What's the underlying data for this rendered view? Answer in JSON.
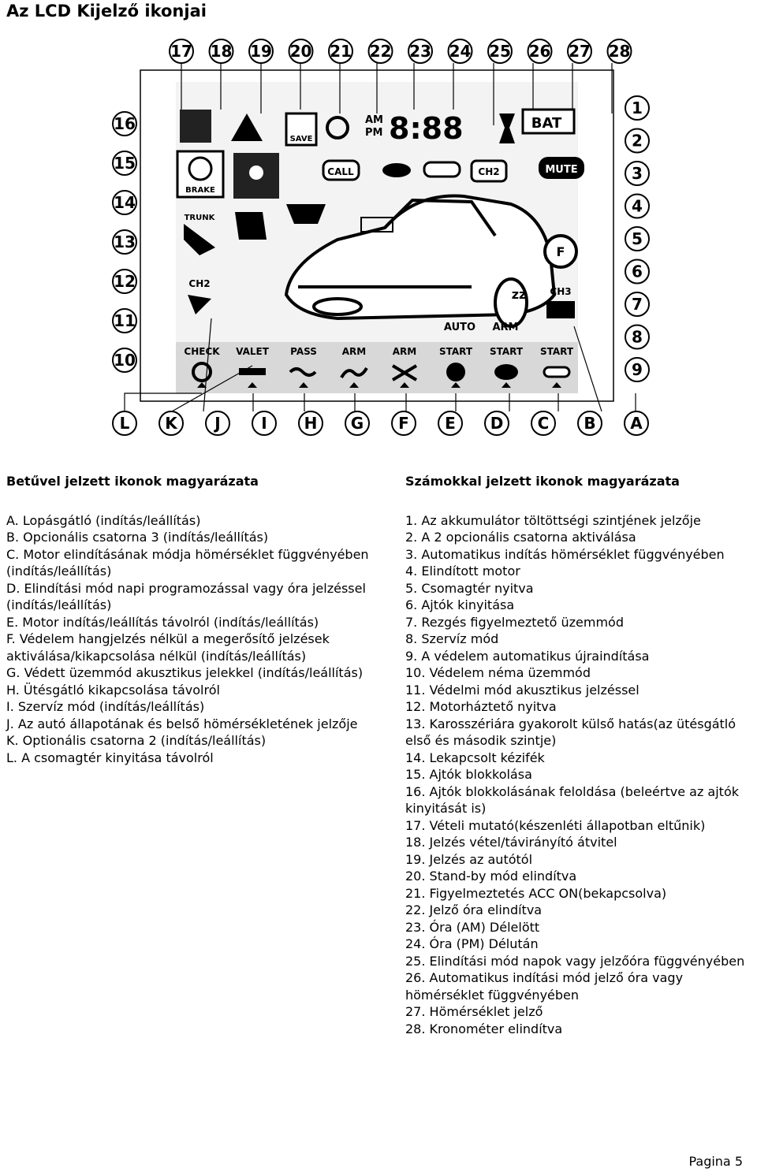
{
  "page": {
    "title": "Az LCD Kijelző ikonjai",
    "footer": "Pagina 5"
  },
  "diagram": {
    "top_labels": [
      "17",
      "18",
      "19",
      "20",
      "21",
      "22",
      "23",
      "24",
      "25",
      "26",
      "27",
      "28"
    ],
    "left_labels": [
      "16",
      "15",
      "14",
      "13",
      "12",
      "11",
      "10"
    ],
    "right_labels": [
      "1",
      "2",
      "3",
      "4",
      "5",
      "6",
      "7",
      "8",
      "9"
    ],
    "bottom_labels": [
      "L",
      "K",
      "J",
      "I",
      "H",
      "G",
      "F",
      "E",
      "D",
      "C",
      "B",
      "A"
    ],
    "icon_texts": {
      "save": "SAVE",
      "am": "AM",
      "pm": "PM",
      "clock": "8:88",
      "bat": "BAT",
      "brake": "BRAKE",
      "call": "CALL",
      "ch2": "CH2",
      "mute": "MUTE",
      "trunk": "TRUNK",
      "auto": "AUTO",
      "arm": "ARM",
      "ch3": "CH3",
      "zz": "zz",
      "check": "CHECK",
      "valet": "VALET",
      "pass": "PASS",
      "start": "START"
    }
  },
  "left_column": {
    "heading": "Betűvel jelzett ikonok magyarázata",
    "items": [
      "A. Lopásgátló (indítás/leállítás)",
      "B. Opcionális csatorna 3 (indítás/leállítás)",
      "C. Motor elindításának módja hömérséklet függvényében (indítás/leállítás)",
      "D. Elindítási mód napi programozással vagy óra jelzéssel (indítás/leállítás)",
      "E. Motor indítás/leállítás távolról (indítás/leállítás)",
      "F. Védelem hangjelzés nélkül a megerősítő jelzések aktiválása/kikapcsolása nélkül (indítás/leállítás)",
      "G. Védett üzemmód akusztikus jelekkel (indítás/leállítás)",
      "H. Ütésgátló kikapcsolása távolról",
      "I. Szervíz mód (indítás/leállítás)",
      "J. Az autó állapotának és belső hömérsékletének jelzője",
      "K. Optionális csatorna 2 (indítás/leállítás)",
      "L. A csomagtér kinyitása távolról"
    ]
  },
  "right_column": {
    "heading": "Számokkal jelzett ikonok magyarázata",
    "items": [
      "1. Az akkumulátor töltöttségi szintjének jelzője",
      "2. A 2 opcionális csatorna aktiválása",
      "3. Automatikus indítás hömérséklet függvényében",
      "4. Elindított motor",
      "5. Csomagtér nyitva",
      "6. Ajtók kinyitása",
      "7. Rezgés figyelmeztető üzemmód",
      "8. Szervíz mód",
      "9. A védelem automatikus újraindítása",
      "10. Védelem néma üzemmód",
      "11. Védelmi mód akusztikus jelzéssel",
      "12. Motorháztető nyitva",
      "13. Karosszériára gyakorolt külső hatás(az ütésgátló első és második szintje)",
      "14. Lekapcsolt kézifék",
      "15. Ajtók blokkolása",
      "16. Ajtók blokkolásának feloldása (beleértve az ajtók kinyitását is)",
      "17. Vételi mutató(készenléti állapotban eltűnik)",
      "18. Jelzés vétel/távirányító átvitel",
      "19. Jelzés az autótól",
      "20. Stand-by mód elindítva",
      "21. Figyelmeztetés  ACC ON(bekapcsolva)",
      "22. Jelző óra elindítva",
      "23. Óra (AM) Délelött",
      "24. Óra (PM) Délután",
      "25. Elindítási mód napok vagy jelzőóra függvényében",
      "26. Automatikus indítási mód jelző óra vagy hömérséklet függvényében",
      "27. Hömérséklet jelző",
      "28. Kronométer elindítva"
    ]
  }
}
